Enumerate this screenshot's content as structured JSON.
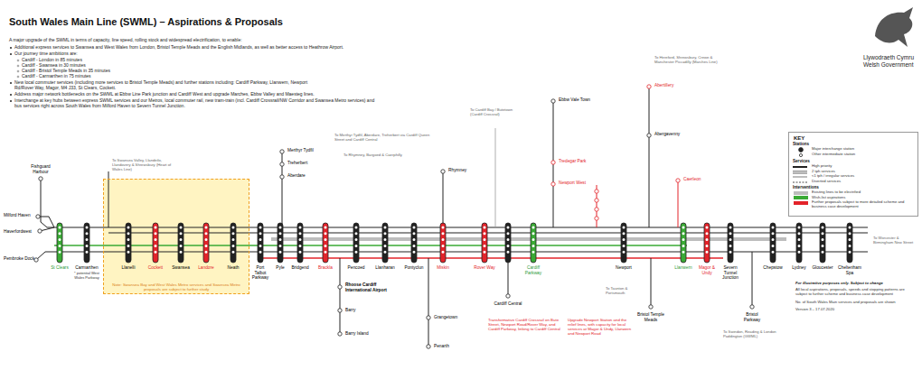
{
  "diagram": {
    "title": "South Wales Main Line (SWML) – Aspirations & Proposals",
    "nodes": [
      {
        "text": [
          "KEY"
        ]
      },
      {
        "text": [
          "Note: Swansea Bay and West Wales Metro services and Swansea Metro proposals are subject to further study"
        ]
      }
    ],
    "labels": [
      "A major upgrade of the SWML in terms of capacity, line speed, rolling stock and widespread electrification, to enable:",
      "Additional express services to Swansea and West Wales from London, Bristol Temple Meads and the English Midlands, as well as better access to Heathrow Airport.",
      "Our journey time ambitions are:",
      "Cardiff - London in 85 minutes",
      "Cardiff - Swansea in 30 minutes",
      "Cardiff - Bristol Temple Meads in 35 minutes",
      "Cardiff - Carmarthen in 75 minutes",
      "New local commuter services (including more services to Bristol Temple Meads) and further stations including: Cardiff Parkway, Llanwern, Newport Rd/Rover Way, Magor, M4 J33, St Clears, Cockett.",
      "Address major network bottlenecks on the SWML at Ebbw Line Park junction and Cardiff West and upgrade Marches, Ebbw Valley and Maesteg lines.",
      "Interchange at key hubs between express SWML services and our Metros, local commuter rail, new tram-train (incl. Cardiff Crossrail/NW Corridor and Swansea Metro services) and bus services right across South Wales from Milford Haven to Severn Tunnel Junction.",
      "Llywodraeth Cymru",
      "Welsh Government",
      "Fishguard Harbour",
      "Milford Haven",
      "Haverfordwest",
      "Pembroke Dock",
      "St Clears",
      "Carmarthen",
      "* potential West Wales Parkway",
      "Llanelli",
      "Cockett",
      "Swansea",
      "Landore",
      "Neath",
      "Port Talbot Parkway",
      "Pyle",
      "Bridgend",
      "Brackla",
      "Pencoed",
      "Llanharan",
      "Pontyclun",
      "Miskin",
      "Rover Way",
      "Cardiff Parkway",
      "Llanwern",
      "Magor & Undy",
      "Severn Tunnel Junction",
      "Chepstow",
      "Lydney",
      "Gloucester",
      "Cheltenham Spa",
      "Newport",
      "Bristol Temple Meads",
      "Bristol Parkway",
      "Rhoose Cardiff International Airport",
      "Barry",
      "Barry Island",
      "Grangetown",
      "Penarth",
      "Cardiff Central",
      "Merthyr Tydfil",
      "Treherbert",
      "Aberdare",
      "Rhymney",
      "Ebbw Vale Town",
      "Abergavenny",
      "Abertillery",
      "Tredegar Park",
      "Newport West",
      "Caerleon",
      "To Hereford, Shrewsbury, Crewe & Manchester Piccadilly (Marches Line)",
      "To Merthyr Tydfil, Aberdare, Treherbert via Cardiff Queen Street and Cardiff Central",
      "To Rhymney, Bargoed & Caerphilly",
      "To Cardiff Bay / Butetown (Cardiff Crossrail)",
      "To Swansea Valley, Llandeilo, Llandovery & Shrewsbury (Heart of Wales Line)",
      "To Worcester & Birmingham New Street",
      "To Swindon, Reading & London Paddington (GWML)",
      "To Taunton & Portsmouth",
      "Transformative Cardiff Crossrail on Bute Street, Newport Road/Rover Way, and Cardiff Parkway, linking to Cardiff Central",
      "Upgrade Newport Station and the relief lines, with capacity for local services at Magor & Undy, Llanwern and Newport Road",
      "Stations",
      "Services",
      "Interventions",
      "For illustrative purposes only. Subject to change",
      "All local aspirations, proposals, speeds and stopping patterns are subject to further scheme and business case development",
      "No. of South Wales Main services and proposals are shown",
      "Version 3 – 17.07.2020"
    ],
    "legend": [
      {
        "text": "Major interchange station"
      },
      {
        "text": "Other intermediate station"
      },
      {
        "text": "High priority"
      },
      {
        "text": "2 tph services"
      },
      {
        "text": "<1 tph / irregular services"
      },
      {
        "text": "Diverted services"
      },
      {
        "text": "Existing lines to be electrified",
        "color": "#bdbdbd"
      },
      {
        "text": "Wish-list aspirations",
        "color": "#3aaa35"
      },
      {
        "text": "Further proposals subject to more detailed scheme and business case development",
        "color": "#e3232a"
      }
    ]
  }
}
